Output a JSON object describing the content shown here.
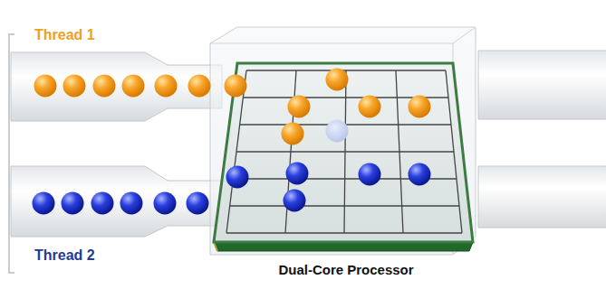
{
  "diagram": {
    "labels": [
      "Thread 1",
      "Thread 2",
      "Dual-Core Processor"
    ]
  }
}
